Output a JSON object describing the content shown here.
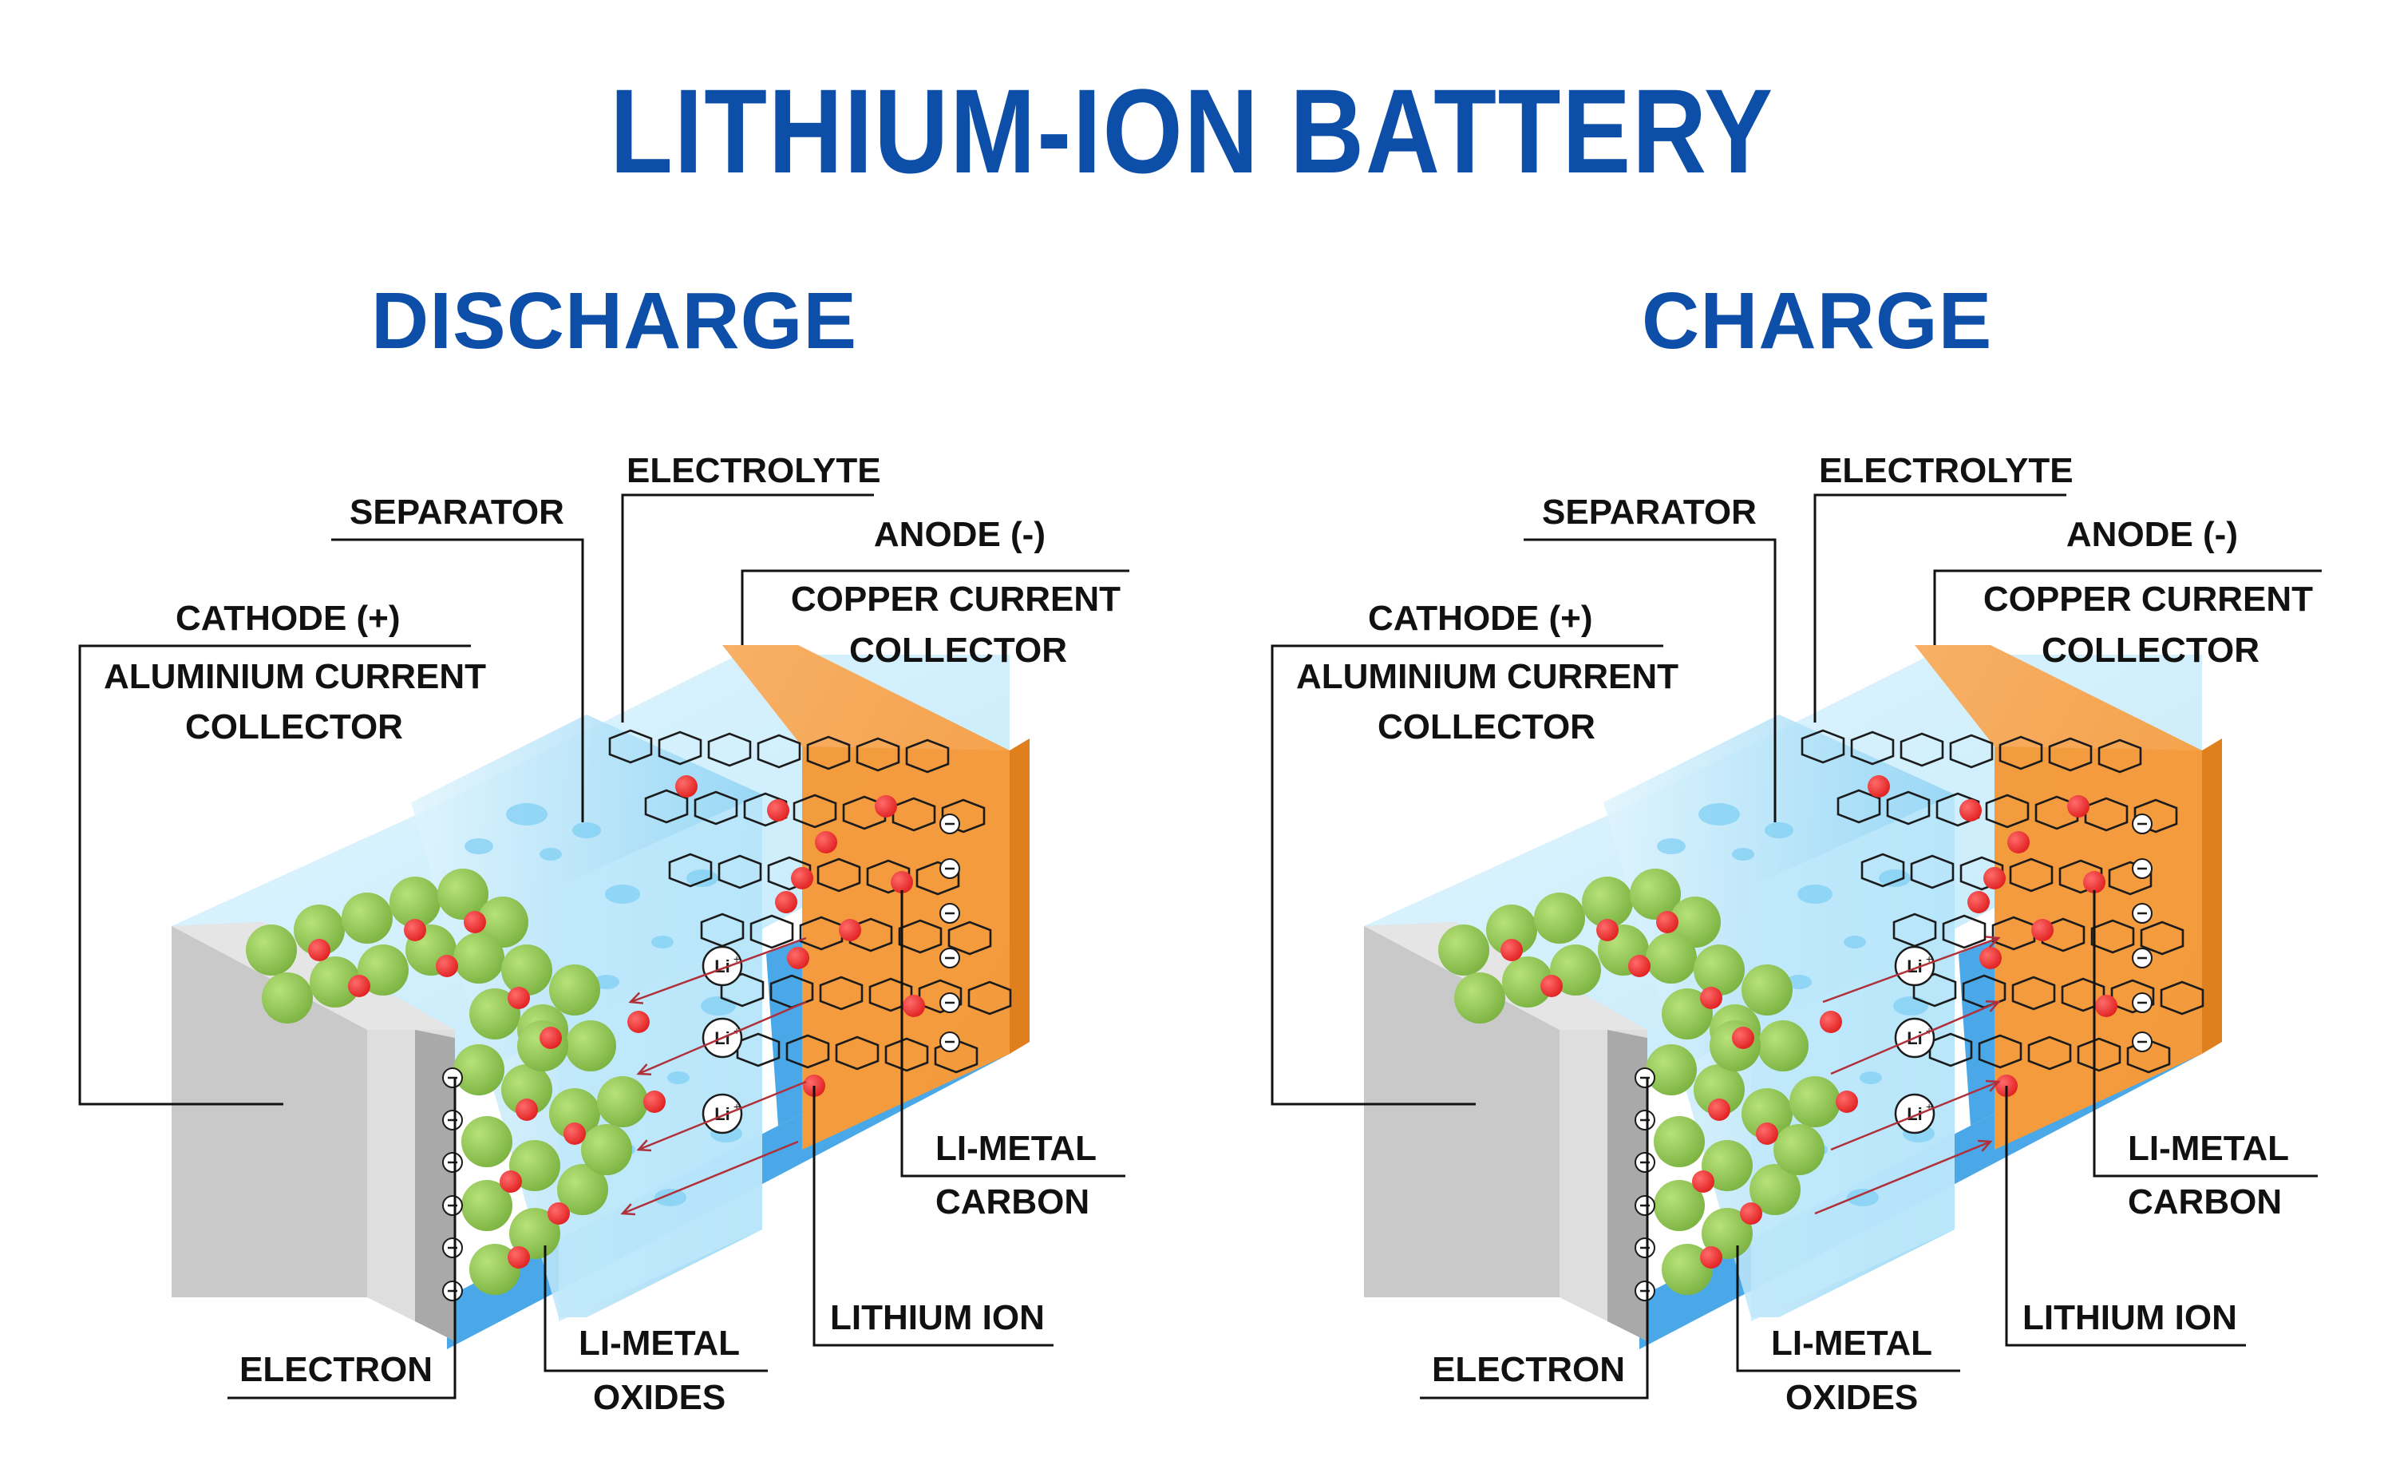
{
  "title": "LITHIUM-ION BATTERY",
  "colors": {
    "title": "#0d4fa8",
    "cathode_particle": "#7cb342",
    "lithium_ion": "#e02020",
    "anode_collector": "#f39a3c",
    "cathode_collector": "#c9c9c9",
    "electrolyte": "#bfe8fb",
    "separator": "#8fd3f4"
  },
  "icons": {
    "electron": "minus-circle-icon",
    "ion": "li-plus-circle-icon"
  },
  "ion_symbol": "Li",
  "panels": [
    {
      "id": "discharge",
      "heading": "DISCHARGE",
      "labels": {
        "separator": "SEPARATOR",
        "electrolyte": "ELECTROLYTE",
        "anode": "ANODE (-)",
        "copper_1": "COPPER CURRENT",
        "copper_2": "COLLECTOR",
        "cathode": "CATHODE (+)",
        "aluminium_1": "ALUMINIUM CURRENT",
        "aluminium_2": "COLLECTOR",
        "li_metal_carbon_1": "LI-METAL",
        "li_metal_carbon_2": "CARBON",
        "lithium_ion": "LITHIUM ION",
        "electron": "ELECTRON",
        "li_metal_oxides_1": "LI-METAL",
        "li_metal_oxides_2": "OXIDES"
      }
    },
    {
      "id": "charge",
      "heading": "CHARGE",
      "labels": {
        "separator": "SEPARATOR",
        "electrolyte": "ELECTROLYTE",
        "anode": "ANODE (-)",
        "copper_1": "COPPER CURRENT",
        "copper_2": "COLLECTOR",
        "cathode": "CATHODE (+)",
        "aluminium_1": "ALUMINIUM CURRENT",
        "aluminium_2": "COLLECTOR",
        "li_metal_carbon_1": "LI-METAL",
        "li_metal_carbon_2": "CARBON",
        "lithium_ion": "LITHIUM ION",
        "electron": "ELECTRON",
        "li_metal_oxides_1": "LI-METAL",
        "li_metal_oxides_2": "OXIDES"
      }
    }
  ]
}
